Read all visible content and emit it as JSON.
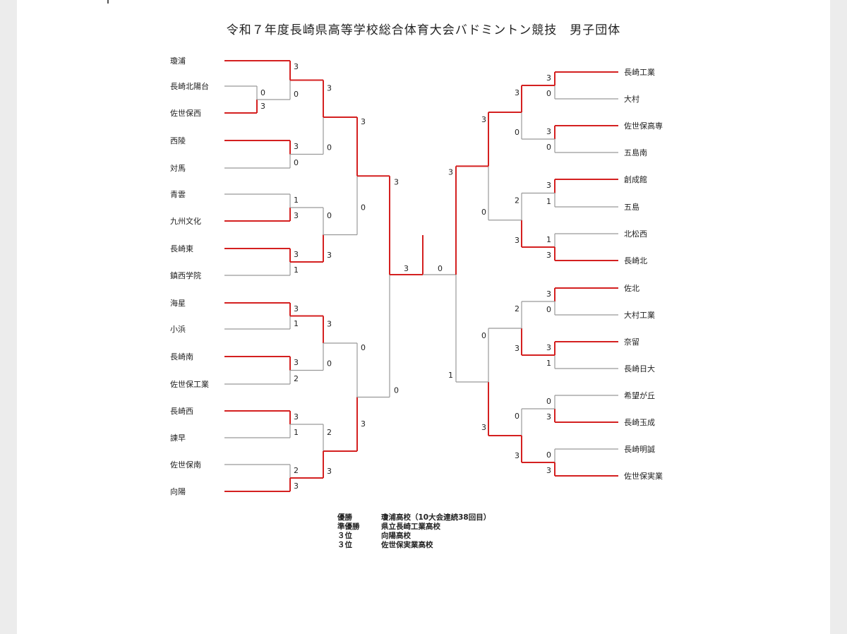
{
  "title": "令和７年度長崎県高等学校総合体育大会バドミントン競技　男子団体",
  "colors": {
    "winner_line": "#d42020",
    "loser_line": "#999999",
    "text": "#222222"
  },
  "left_teams": [
    "瓊浦",
    "長崎北陽台",
    "佐世保西",
    "西陵",
    "対馬",
    "青雲",
    "九州文化",
    "長崎東",
    "鎮西学院",
    "海星",
    "小浜",
    "長崎南",
    "佐世保工業",
    "長崎西",
    "諫早",
    "佐世保南",
    "向陽"
  ],
  "right_teams": [
    "長崎工業",
    "大村",
    "佐世保高専",
    "五島南",
    "創成館",
    "五島",
    "北松西",
    "長崎北",
    "佐北",
    "大村工業",
    "奈留",
    "長崎日大",
    "希望が丘",
    "長崎玉成",
    "長崎明誠",
    "佐世保実業"
  ],
  "scores": {
    "l_pre": [
      "0",
      "3"
    ],
    "l_r1": [
      "3",
      "0",
      "3",
      "0",
      "1",
      "3",
      "3",
      "1",
      "3",
      "1",
      "3",
      "2",
      "3",
      "1",
      "2",
      "3"
    ],
    "l_r2": [
      "3",
      "0",
      "0",
      "3",
      "3",
      "0",
      "2",
      "3"
    ],
    "l_r3": [
      "3",
      "0",
      "0",
      "3"
    ],
    "l_r4": [
      "3",
      "0"
    ],
    "final": [
      "3",
      "0"
    ],
    "r_r4": [
      "3",
      "1"
    ],
    "r_r3": [
      "3",
      "0",
      "0",
      "3"
    ],
    "r_r2": [
      "3",
      "0",
      "2",
      "3",
      "2",
      "3",
      "0",
      "3"
    ],
    "r_r1": [
      "3",
      "0",
      "3",
      "0",
      "3",
      "1",
      "1",
      "3",
      "3",
      "0",
      "3",
      "1",
      "0",
      "3",
      "0",
      "3"
    ]
  },
  "results": [
    {
      "label": "優勝",
      "value": "瓊浦高校（10大会連続38回目）"
    },
    {
      "label": "準優勝",
      "value": "県立長崎工業高校"
    },
    {
      "label": "３位",
      "value": "向陽高校"
    },
    {
      "label": "３位",
      "value": "佐世保実業高校"
    }
  ]
}
